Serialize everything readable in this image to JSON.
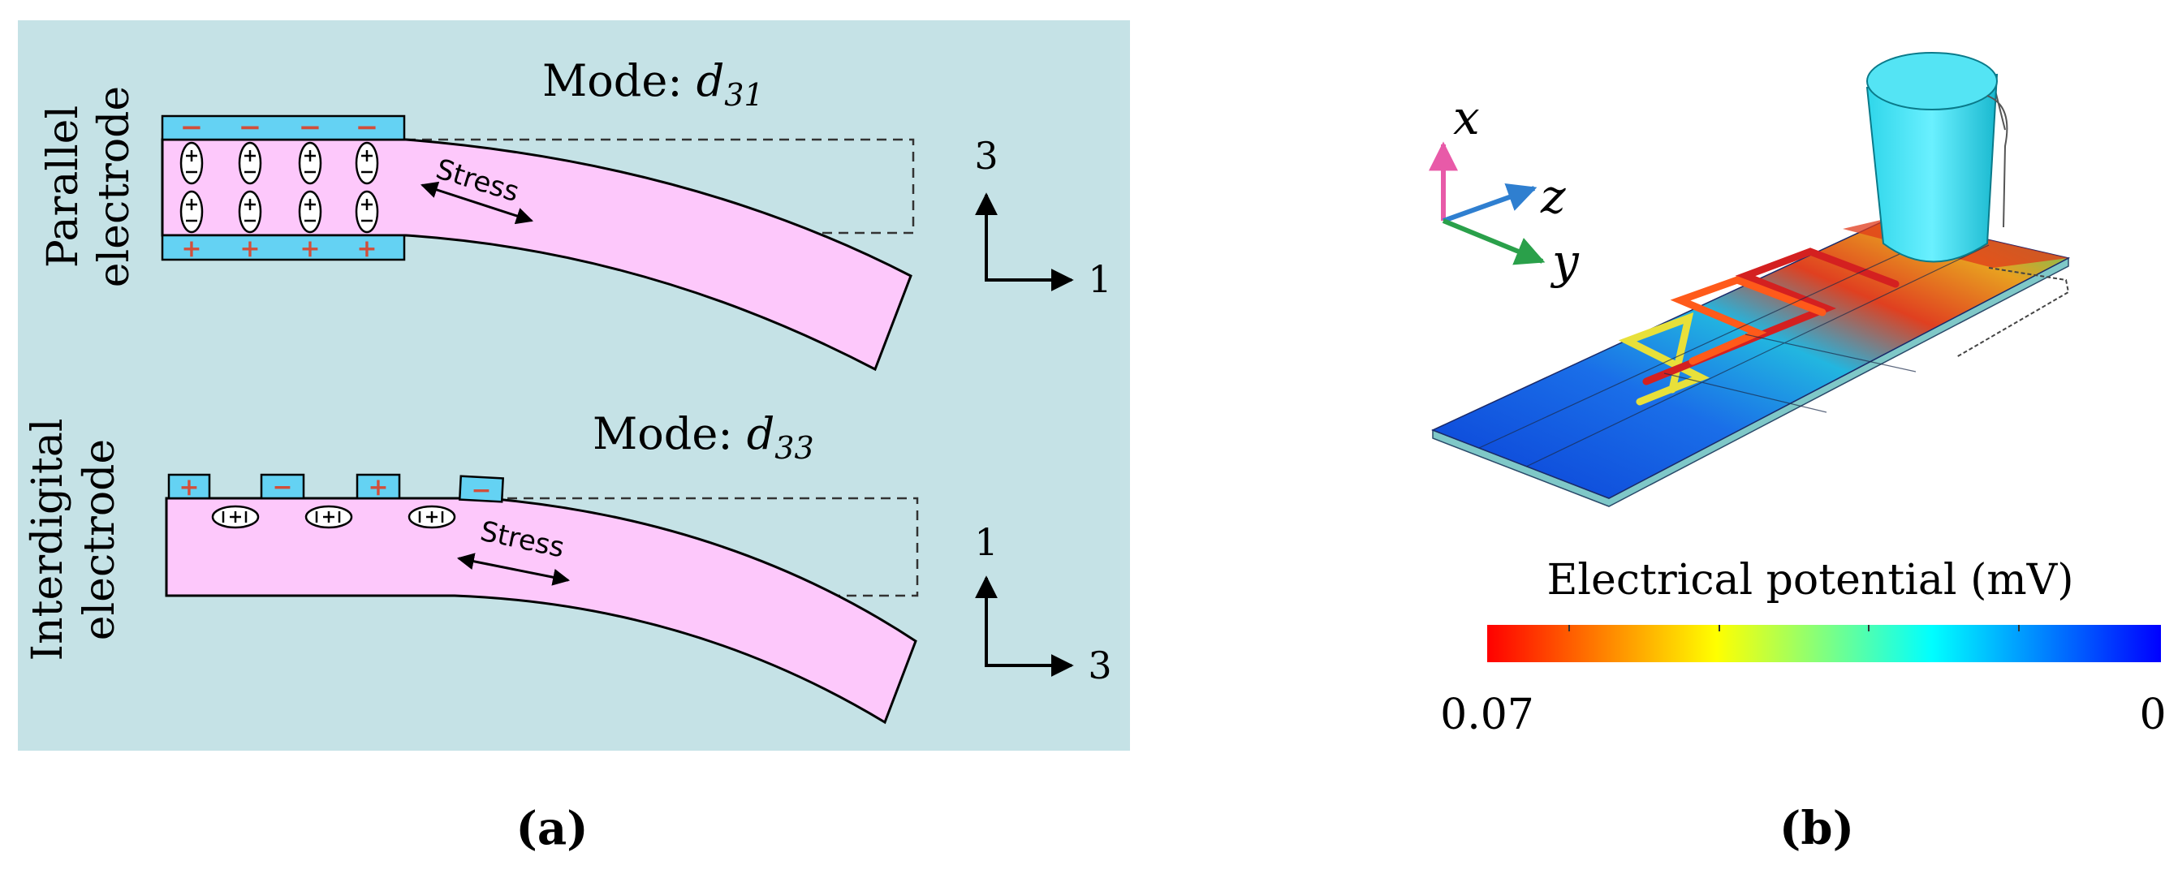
{
  "panel_a": {
    "caption": "(a)",
    "parallel": {
      "side_label_line1": "Parallel",
      "side_label_line2": "electrode",
      "mode_prefix": "Mode: ",
      "mode_symbol": "d",
      "mode_subscript": "31",
      "stress_label": "Stress",
      "axis_vertical": "3",
      "axis_horizontal": "1",
      "top_charge_symbols": [
        "−",
        "−",
        "−",
        "−"
      ],
      "bottom_charge_symbols": [
        "+",
        "+",
        "+",
        "+"
      ]
    },
    "interdigital": {
      "side_label_line1": "Interdigital",
      "side_label_line2": "electrode",
      "mode_prefix": "Mode: ",
      "mode_symbol": "d",
      "mode_subscript": "33",
      "stress_label": "Stress",
      "axis_vertical": "1",
      "axis_horizontal": "3",
      "electrode_symbols": [
        "+",
        "−",
        "+",
        "−"
      ]
    },
    "colors": {
      "background": "#c5e2e6",
      "beam": "#fdc8fb",
      "electrode": "#64d2f3",
      "charge": "#d24e3a"
    }
  },
  "panel_b": {
    "caption": "(b)",
    "axes": {
      "x": "x",
      "y": "y",
      "z": "z"
    },
    "colorbar_title": "Electrical potential (mV)",
    "colorbar_min_label": "0.07",
    "colorbar_max_label": "0",
    "axis_colors": {
      "x": "#e85aa8",
      "y": "#2aa04a",
      "z": "#2f7fd0"
    },
    "colorbar_stops": [
      "#ff0000",
      "#ff8000",
      "#ffff00",
      "#80ff80",
      "#00ffff",
      "#0080ff",
      "#0000ff"
    ]
  }
}
